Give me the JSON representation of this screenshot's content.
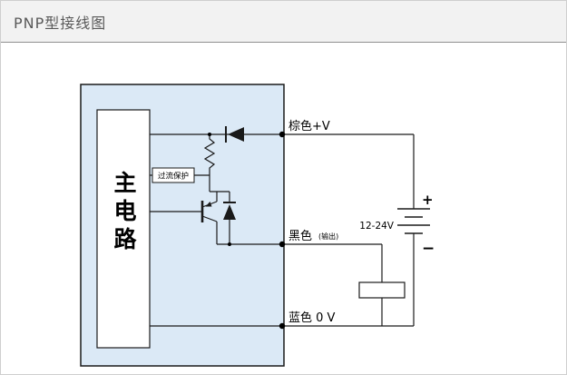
{
  "header": {
    "title": "PNP型接线图"
  },
  "diagram": {
    "sensor": {
      "main_circuit_label": "主电路",
      "overcurrent_protection_label": "过流保护"
    },
    "wires": {
      "brown_label": "棕色+V",
      "black_label": "黑色",
      "black_note": "(输出)",
      "blue_label": "蓝色 0 V"
    },
    "power_supply": {
      "voltage_label": "12-24V",
      "plus_label": "+",
      "minus_label": "−"
    },
    "colors": {
      "sensor_fill": "#dbe9f6",
      "line": "#1a1a1a",
      "titlebar_bg": "#f2f2f2",
      "title_text": "#595959"
    }
  }
}
